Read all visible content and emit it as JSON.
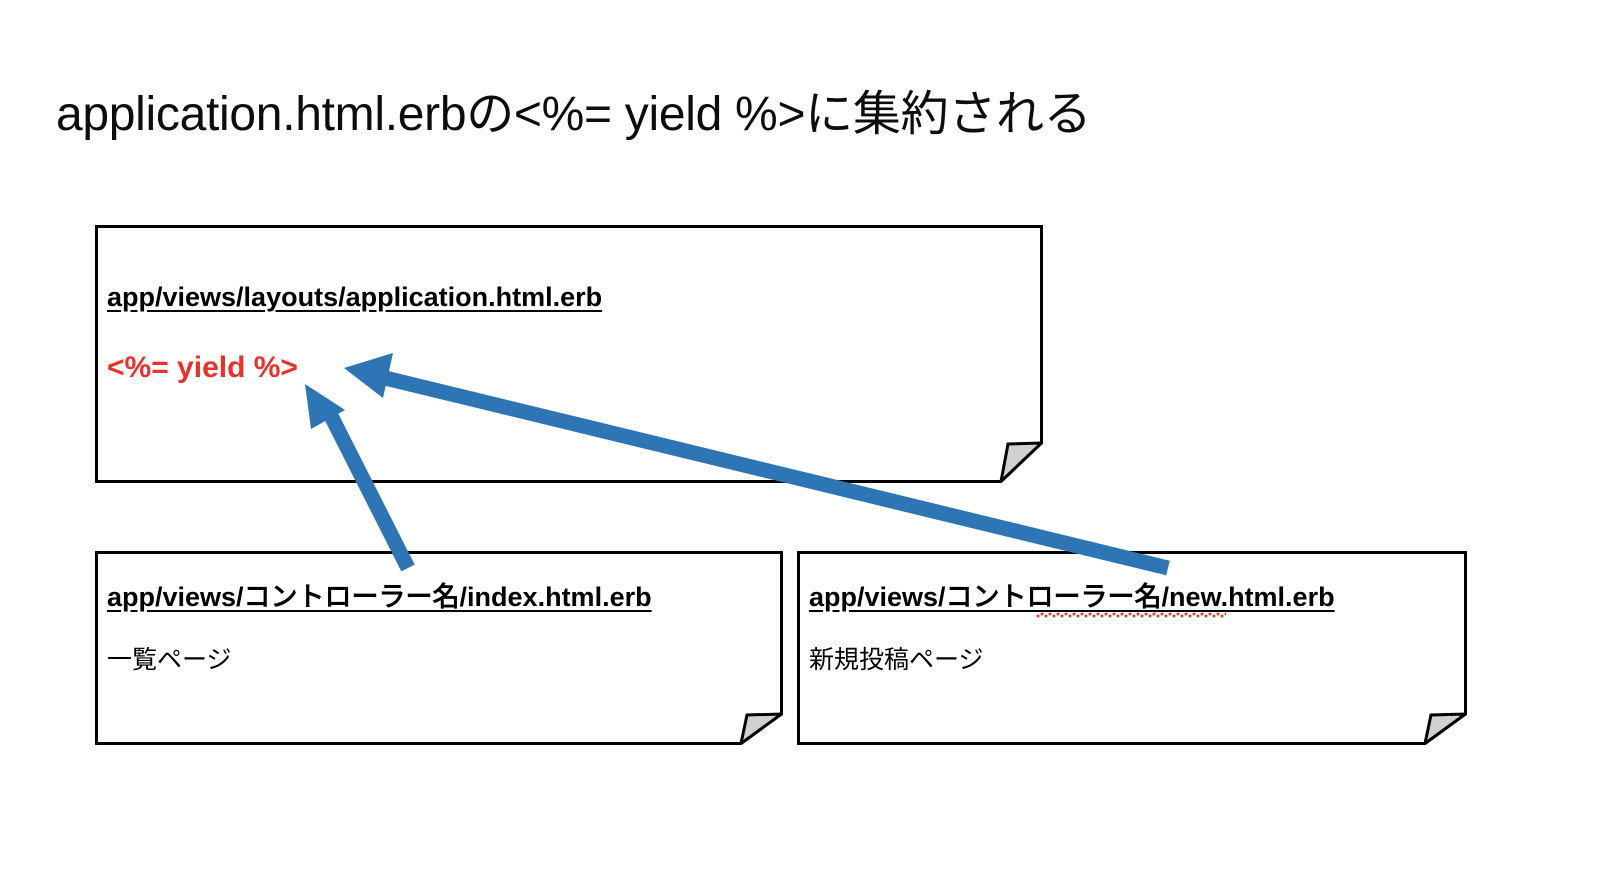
{
  "slide": {
    "title": "application.html.erbの<%= yield %>に集約される",
    "background_color": "#ffffff",
    "text_color": "#0d0d0d"
  },
  "colors": {
    "arrow_blue": "#2e75b6",
    "yield_red": "#e8322a",
    "outline_black": "#000000",
    "fold_gray": "#d0d0d0",
    "spellcheck_red": "#e03a30"
  },
  "shapes": {
    "layout_doc": {
      "name": "application-layout-document",
      "path_label": "app/views/layouts/application.html.erb",
      "yield_label": "<%= yield %>",
      "fold_corner": "bottom-right"
    },
    "index_doc": {
      "name": "index-view-document",
      "path_label": "app/views/コントローラー名/index.html.erb",
      "description": "一覧ページ",
      "fold_corner": "bottom-right"
    },
    "new_doc": {
      "name": "new-view-document",
      "path_label": "app/views/コントローラー名/new.html.erb",
      "description": "新規投稿ページ",
      "fold_corner": "bottom-right",
      "spellcheck_underline": true
    }
  },
  "arrows": [
    {
      "name": "arrow-new-to-yield",
      "from": "new-view-document",
      "to": "yield-label",
      "color": "#2e75b6",
      "direction": "right-to-left"
    },
    {
      "name": "arrow-index-to-yield",
      "from": "index-view-document",
      "to": "yield-label",
      "color": "#2e75b6",
      "direction": "bottom-to-top"
    }
  ]
}
